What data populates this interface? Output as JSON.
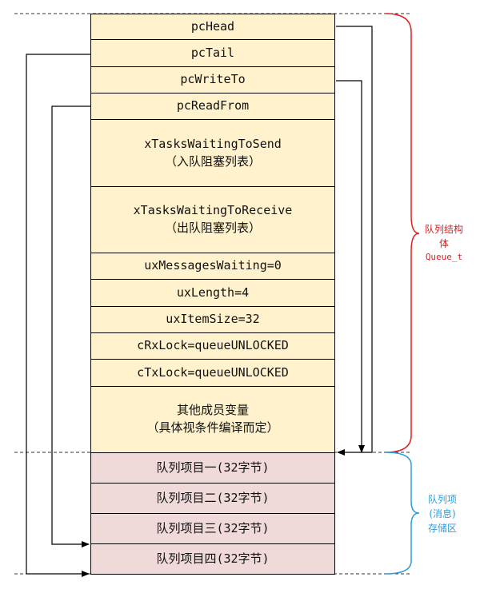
{
  "struct_fields": [
    {
      "lines": [
        "pcHead"
      ]
    },
    {
      "lines": [
        "pcTail"
      ]
    },
    {
      "lines": [
        "pcWriteTo"
      ]
    },
    {
      "lines": [
        "pcReadFrom"
      ]
    },
    {
      "lines": [
        "xTasksWaitingToSend",
        "（入队阻塞列表）"
      ]
    },
    {
      "lines": [
        "xTasksWaitingToReceive",
        "（出队阻塞列表）"
      ]
    },
    {
      "lines": [
        "uxMessagesWaiting=0"
      ]
    },
    {
      "lines": [
        "uxLength=4"
      ]
    },
    {
      "lines": [
        "uxItemSize=32"
      ]
    },
    {
      "lines": [
        "cRxLock=queueUNLOCKED"
      ]
    },
    {
      "lines": [
        "cTxLock=queueUNLOCKED"
      ]
    },
    {
      "lines": [
        "其他成员变量",
        "（具体视条件编译而定）"
      ]
    }
  ],
  "queue_items": [
    "队列项目一(32字节)",
    "队列项目二(32字节)",
    "队列项目三(32字节)",
    "队列项目四(32字节)"
  ],
  "brace_struct": {
    "line1": "队列结构",
    "line2": "体",
    "line3": "Queue_t"
  },
  "brace_storage": {
    "line1": "队列项",
    "line2": "(消息)",
    "line3": "存储区"
  },
  "colors": {
    "struct_fill": "#fff2cc",
    "item_fill": "#efd9d9",
    "brace_struct": "#e02020",
    "brace_storage": "#2a9de0",
    "arrow": "#000000"
  }
}
